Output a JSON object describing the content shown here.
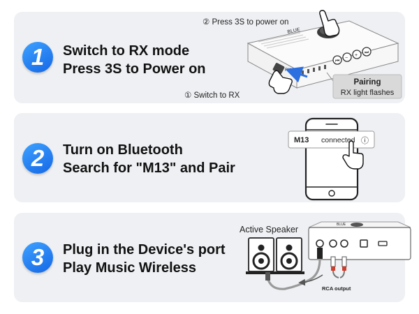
{
  "steps": [
    {
      "number": "1",
      "line1": "Switch to RX mode",
      "line2": "Press 3S to Power on"
    },
    {
      "number": "2",
      "line1": "Turn on Bluetooth",
      "line2": "Search for \"M13\" and Pair"
    },
    {
      "number": "3",
      "line1": "Plug in the Device's port",
      "line2": "Play Music Wireless"
    }
  ],
  "step1": {
    "callout_power": "② Press 3S to power on",
    "callout_switch": "① Switch to RX",
    "pairing_title": "Pairing",
    "pairing_sub": "RX light flashes",
    "device_brand": "BLUE",
    "switch_label": "RX"
  },
  "step2": {
    "device_name": "M13",
    "status": "connected",
    "info_glyph": "ⓘ"
  },
  "step3": {
    "speaker_label": "Active Speaker",
    "rca_label": "RCA output",
    "device_brand": "BLUE"
  },
  "colors": {
    "accent_blue": "#1567e6",
    "card_bg": "#eef0f3",
    "arrow_blue": "#2c6fe0",
    "rca_red": "#d23c2c"
  }
}
